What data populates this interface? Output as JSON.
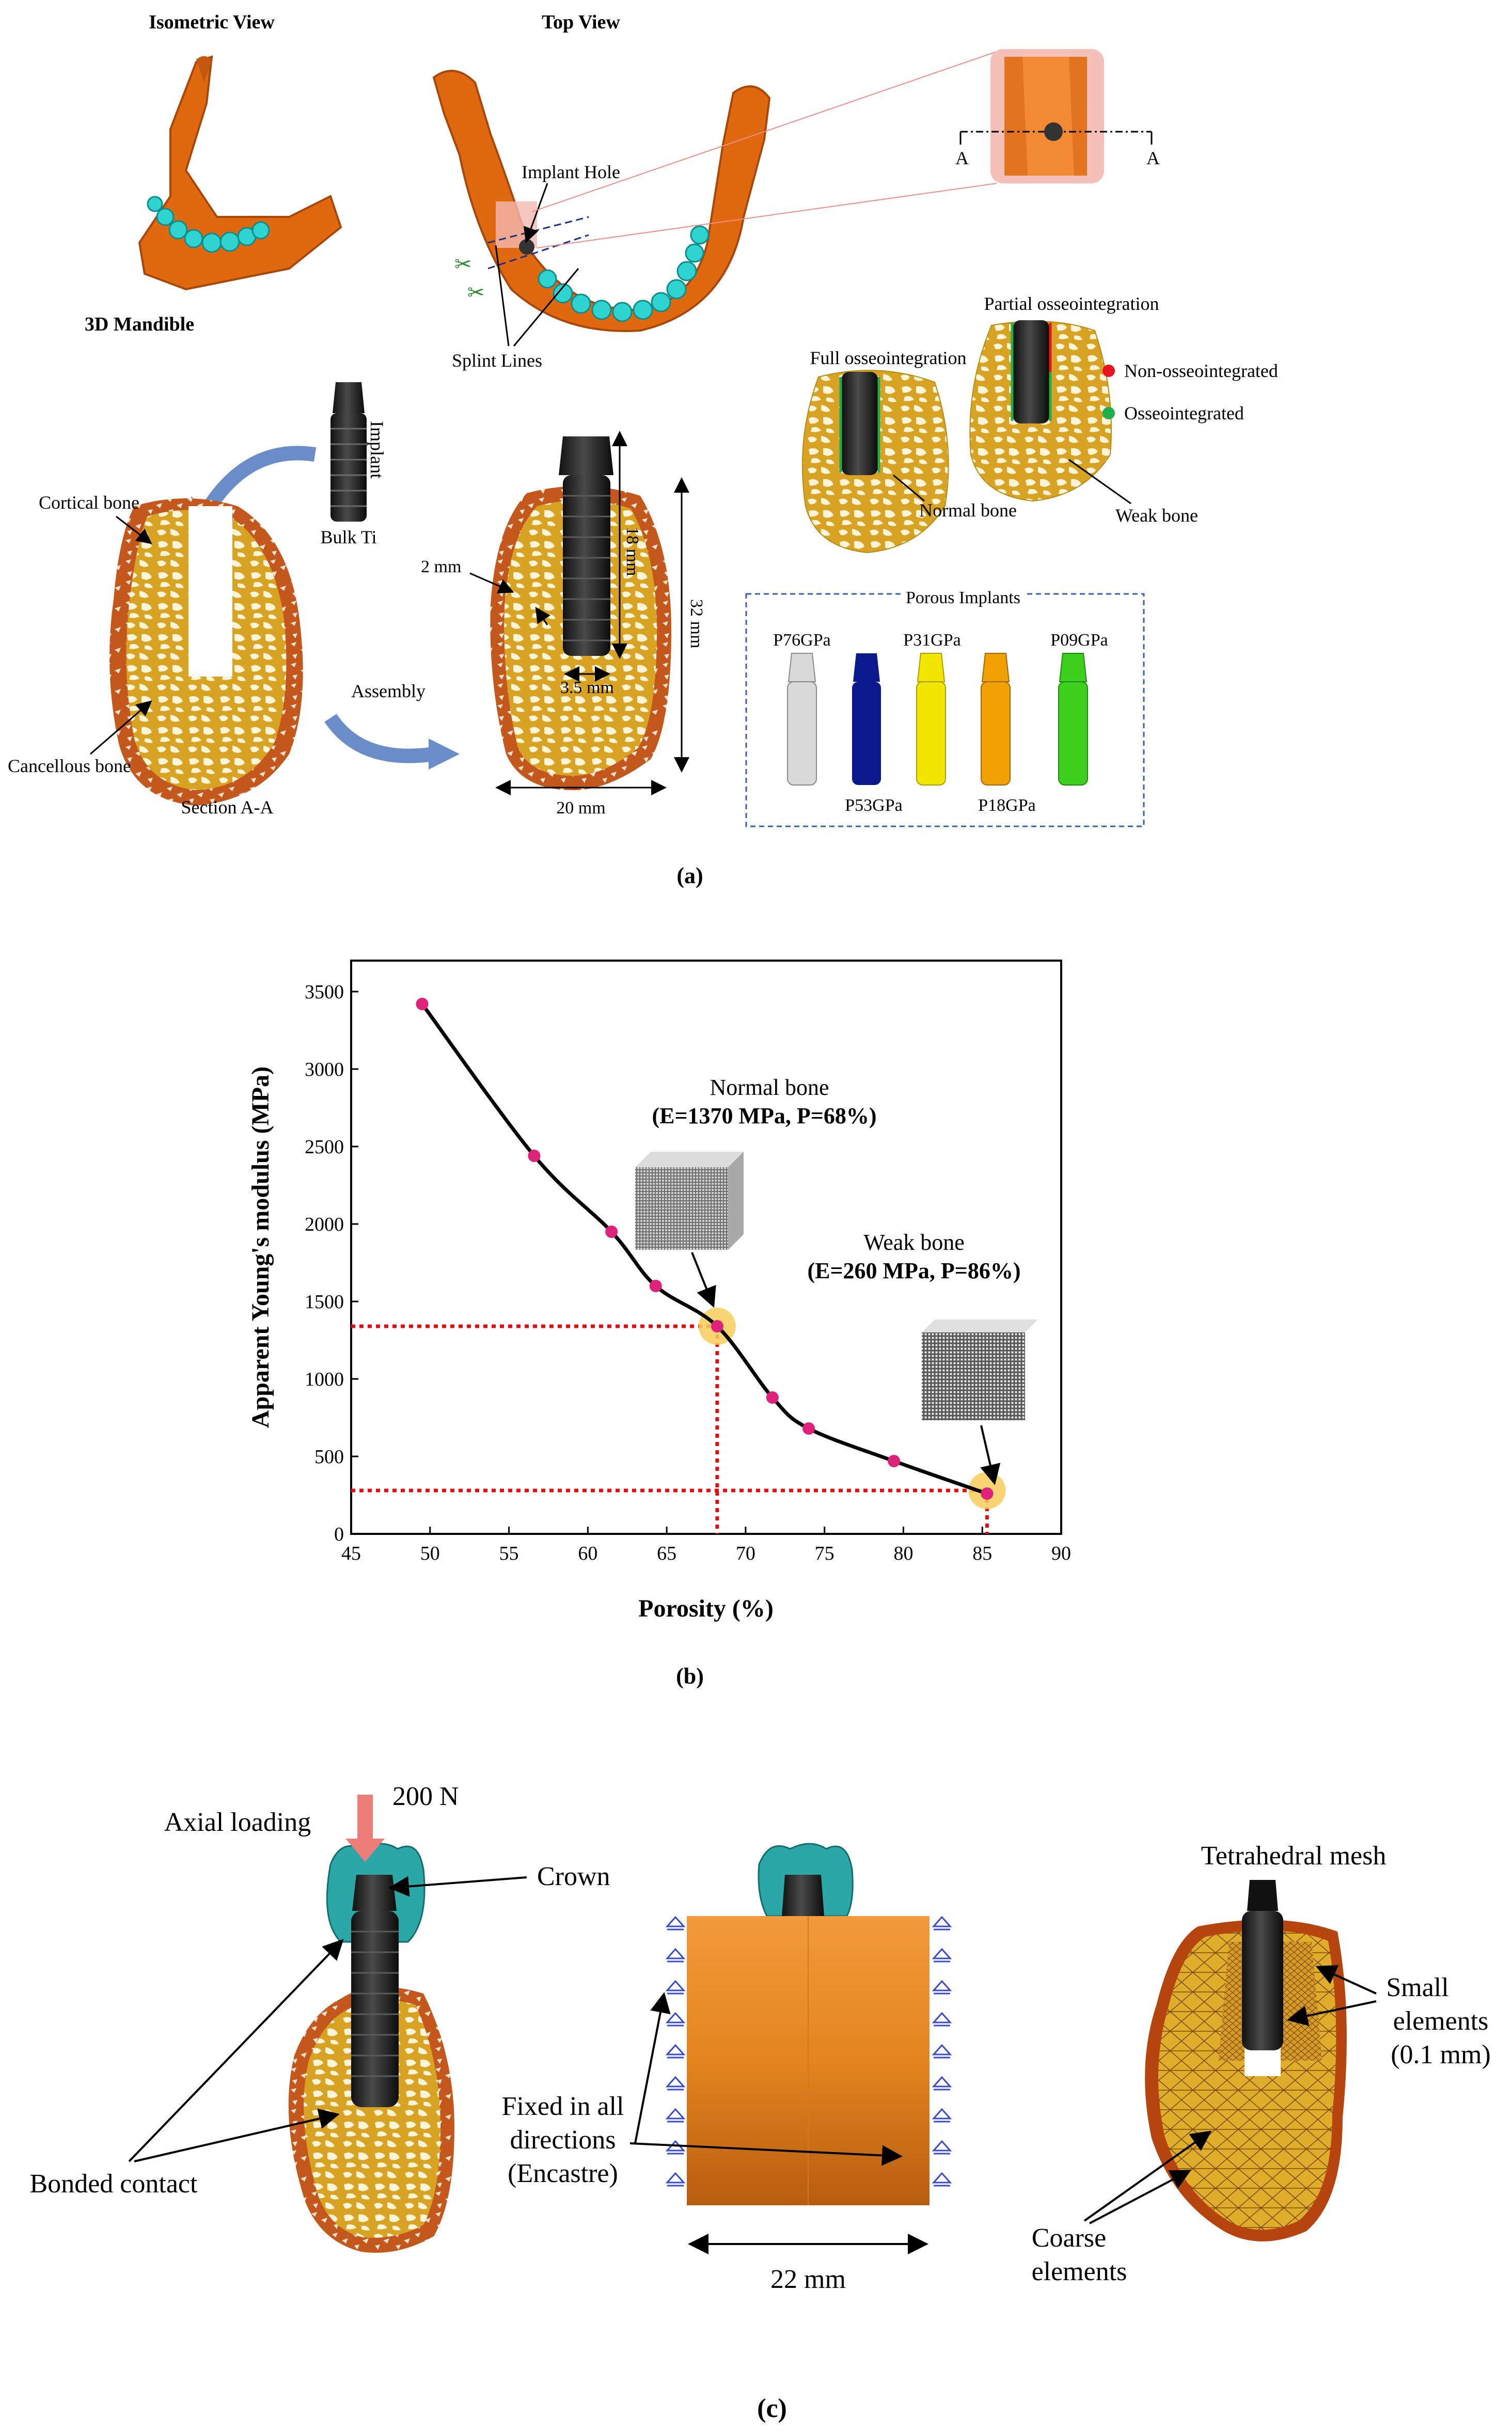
{
  "panel_a": {
    "isometric_view": "Isometric View",
    "top_view": "Top View",
    "mandible_label": "3D Mandible",
    "implant_hole": "Implant Hole",
    "splint_lines": "Splint Lines",
    "section_left_A": "A",
    "section_right_A": "A",
    "implant_label": "Implant",
    "bulk_ti": "Bulk Ti",
    "cortical_bone": "Cortical bone",
    "cancellous_bone": "Cancellous bone",
    "section_aa": "Section A-A",
    "assembly": "Assembly",
    "dim_2mm": "2 mm",
    "dim_18mm": "18 mm",
    "dim_3_5mm": "3.5 mm",
    "dim_32mm": "32 mm",
    "dim_20mm": "20 mm",
    "full_osseo": "Full osseointegration",
    "partial_osseo": "Partial osseointegration",
    "normal_bone": "Normal bone",
    "weak_bone": "Weak bone",
    "legend": [
      {
        "label": "Non-osseointegrated",
        "color": "#e8141e"
      },
      {
        "label": "Osseointegrated",
        "color": "#1fae4c"
      }
    ],
    "porous_title": "Porous Implants",
    "porous_implants": [
      {
        "label": "P76GPa",
        "color": "#d9d9d9"
      },
      {
        "label": "P53GPa",
        "color": "#0a1a8c"
      },
      {
        "label": "P31GPa",
        "color": "#f2e600"
      },
      {
        "label": "P18GPa",
        "color": "#f0a000"
      },
      {
        "label": "P09GPa",
        "color": "#3ccf1c"
      }
    ],
    "caption": "(a)"
  },
  "panel_b": {
    "caption": "(b)",
    "normal_bone_title": "Normal bone",
    "normal_bone_params": "(E=1370 MPa, P=68%)",
    "weak_bone_title": "Weak bone",
    "weak_bone_params": "(E=260 MPa, P=86%)"
  },
  "chart_data": {
    "type": "line",
    "xlabel": "Porosity (%)",
    "ylabel": "Apparent Young's modulus (MPa)",
    "xlim": [
      45,
      90
    ],
    "ylim": [
      0,
      3700
    ],
    "xticks": [
      45,
      50,
      55,
      60,
      65,
      70,
      75,
      80,
      85,
      90
    ],
    "yticks": [
      0,
      500,
      1000,
      1500,
      2000,
      2500,
      3000,
      3500
    ],
    "grid": false,
    "series": [
      {
        "x": [
          49.5,
          56.6,
          61.5,
          64.3,
          68.2,
          71.7,
          74,
          79.4,
          85.3
        ],
        "y": [
          3420,
          2440,
          1950,
          1600,
          1340,
          880,
          680,
          470,
          260
        ]
      }
    ],
    "highlights": [
      {
        "x": 68.2,
        "y": 1340
      },
      {
        "x": 85.3,
        "y": 280
      }
    ],
    "color_points": "#e0217a",
    "color_line": "#000000",
    "color_guides": "#e01010"
  },
  "panel_c": {
    "axial_loading": "Axial loading",
    "force": "200 N",
    "crown": "Crown",
    "bonded_contact": "Bonded contact",
    "fixed": [
      "Fixed in all",
      "directions",
      "(Encastre)"
    ],
    "dim_22mm": "22 mm",
    "tetra_mesh": "Tetrahedral mesh",
    "small_elements": [
      "Small",
      "elements",
      "(0.1 mm)"
    ],
    "coarse_elements": [
      "Coarse",
      "elements"
    ],
    "caption": "(c)"
  }
}
